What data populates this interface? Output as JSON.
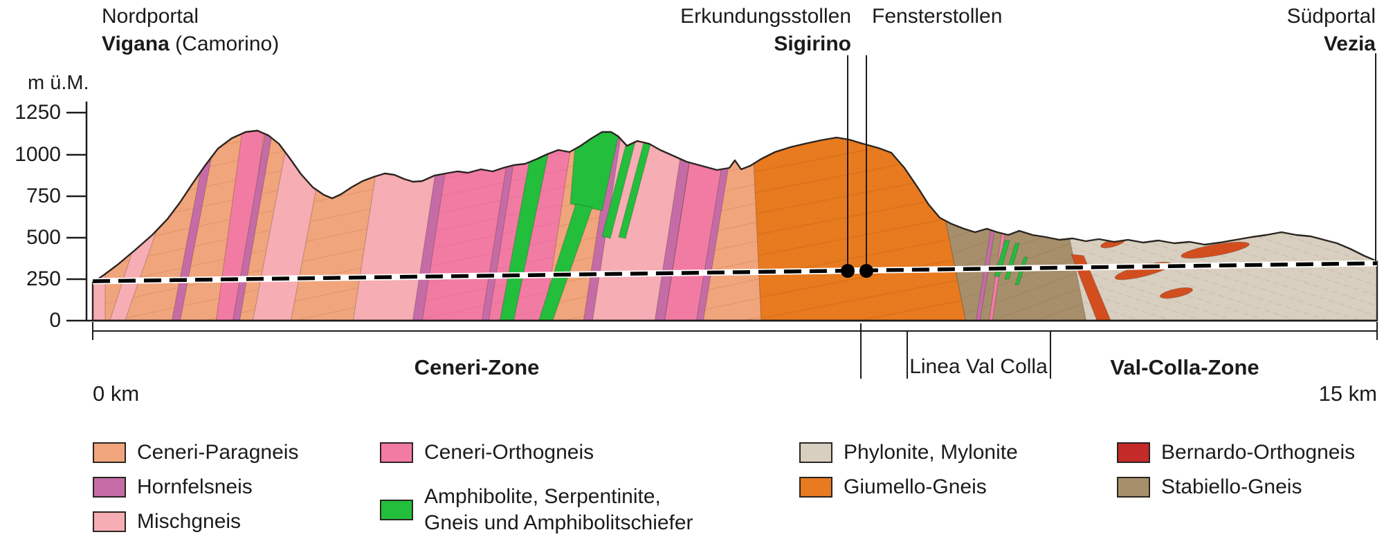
{
  "header": {
    "north_portal": {
      "line1": "Nordportal",
      "name": "Vigana",
      "suffix": " (Camorino)"
    },
    "exploration": {
      "line1": "Erkundungsstollen",
      "name": "Sigirino"
    },
    "window_adit": {
      "label": "Fensterstollen"
    },
    "south_portal": {
      "line1": "Südportal",
      "name": "Vezia"
    }
  },
  "axis": {
    "unit": "m ü.M.",
    "elevation_ticks": [
      "1250",
      "1000",
      "750",
      "500",
      "250",
      "0"
    ],
    "distance_start": "0 km",
    "distance_end": "15 km"
  },
  "zones": {
    "ceneri": "Ceneri-Zone",
    "linea_val_colla": "Linea Val Colla",
    "val_colla": "Val-Colla-Zone"
  },
  "legend": {
    "columns": [
      {
        "items": [
          {
            "key": "ceneri_paragneis",
            "label": "Ceneri-Paragneis"
          },
          {
            "key": "hornfelsneis",
            "label": "Hornfelsneis"
          },
          {
            "key": "mischgneis",
            "label": "Mischgneis"
          }
        ]
      },
      {
        "items": [
          {
            "key": "ceneri_orthogneis",
            "label": "Ceneri-Orthogneis"
          },
          {
            "key": "amphibolite",
            "label": "Amphibolite, Serpentinite,",
            "label2": "Gneis und Amphibolitschiefer"
          }
        ]
      },
      {
        "items": [
          {
            "key": "phylonite",
            "label": "Phylonite, Mylonite"
          },
          {
            "key": "giumello",
            "label": "Giumello-Gneis"
          }
        ]
      },
      {
        "items": [
          {
            "key": "bernardo",
            "label": "Bernardo-Orthogneis"
          },
          {
            "key": "stabiello",
            "label": "Stabiello-Gneis"
          }
        ]
      }
    ]
  },
  "colors": {
    "ceneri_paragneis": "#F1A57C",
    "hornfelsneis": "#C56CA6",
    "mischgneis": "#F6ADB3",
    "ceneri_orthogneis": "#F27BA3",
    "amphibolite": "#22BE3C",
    "phylonite": "#D9CFC0",
    "giumello": "#E87A20",
    "bernardo": "#C42A28",
    "bernardo_lens": "#D34E1E",
    "stabiello": "#A78F6C",
    "outline": "#2A2520",
    "tunnel": "#000000"
  }
}
